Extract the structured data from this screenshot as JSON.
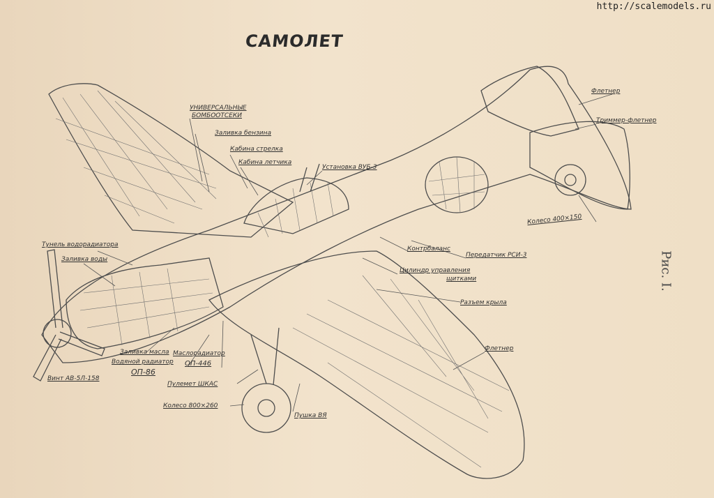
{
  "watermark": "http://scalemodels.ru",
  "title": "САМОЛЕТ",
  "figure_label": "Рис. I.",
  "labels": {
    "bomb_bays_1": "УНИВЕРСАЛЬНЫЕ",
    "bomb_bays_2": "БОМБООТСЕКИ",
    "fuel_filler": "Заливка бензина",
    "gunner_cabin": "Кабина стрелка",
    "pilot_cabin": "Кабина летчика",
    "vub3": "Установка ВУБ-3",
    "radiator_tunnel": "Тунель водорадиатора",
    "water_filler": "Заливка воды",
    "oil_filler": "Заливка масла",
    "water_radiator": "Водяной радиатор",
    "op86": "ОП-86",
    "oil_radiator": "Маслорадиатор",
    "op446": "ОП-446",
    "propeller": "Винт АВ-5Л-158",
    "shkas": "Пулемет ШКАС",
    "wheel_main": "Колесо 800×260",
    "cannon": "Пушка ВЯ",
    "counterbalance": "Контрбаланс",
    "rsi3": "Передатчик РСИ-3",
    "flap_cyl_1": "Цилиндр управления",
    "flap_cyl_2": "щитками",
    "wing_joint": "Разъем крыла",
    "flettner_wing": "Флетнер",
    "flettner_tail": "Флетнер",
    "trim_flettner": "Триммер-флетнер",
    "tail_wheel": "Колесо 400×150"
  }
}
